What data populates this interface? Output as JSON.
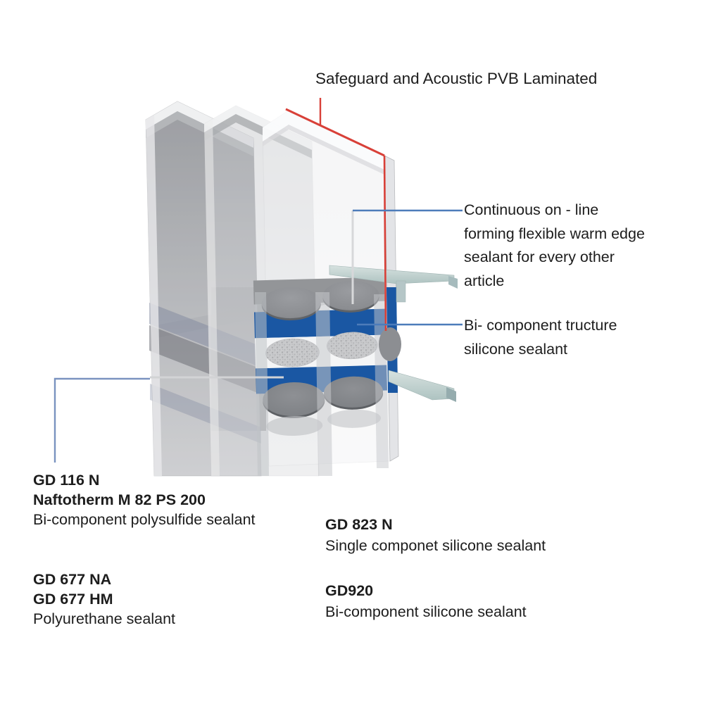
{
  "title": {
    "text": "Safeguard and Acoustic PVB Laminated"
  },
  "callouts": {
    "warm_edge": {
      "line1": "Continuous on - line",
      "line2": "forming flexible warm edge",
      "line3": "sealant for every other",
      "line4": "article"
    },
    "structural_silicone": {
      "line1": "Bi- component tructure",
      "line2": "silicone sealant"
    },
    "polysulfide": {
      "code1": "GD 116 N",
      "code2": "Naftotherm M 82 PS 200",
      "desc": "Bi-component polysulfide sealant"
    },
    "polyurethane": {
      "code1": "GD 677 NA",
      "code2": "GD 677 HM",
      "desc": "Polyurethane sealant"
    },
    "single_component_silicone": {
      "code1": "GD 823 N",
      "desc": "Single componet silicone sealant"
    },
    "bi_component_silicone": {
      "code1": "GD920",
      "desc": "Bi-component silicone sealant"
    }
  },
  "diagram": {
    "colors": {
      "sealant_blue": "#1a57a3",
      "sealant_gray": "#8c8e92",
      "spacer_white": "#f4f5f6",
      "desiccant_speckle": "#c9cacc",
      "bracket_teal": "#c3d4d2",
      "laminate_red": "#d84038",
      "leader_blue": "#4d7cba",
      "leader_gray": "#d2d3d5",
      "glass_gray": "#9b9da1"
    }
  }
}
